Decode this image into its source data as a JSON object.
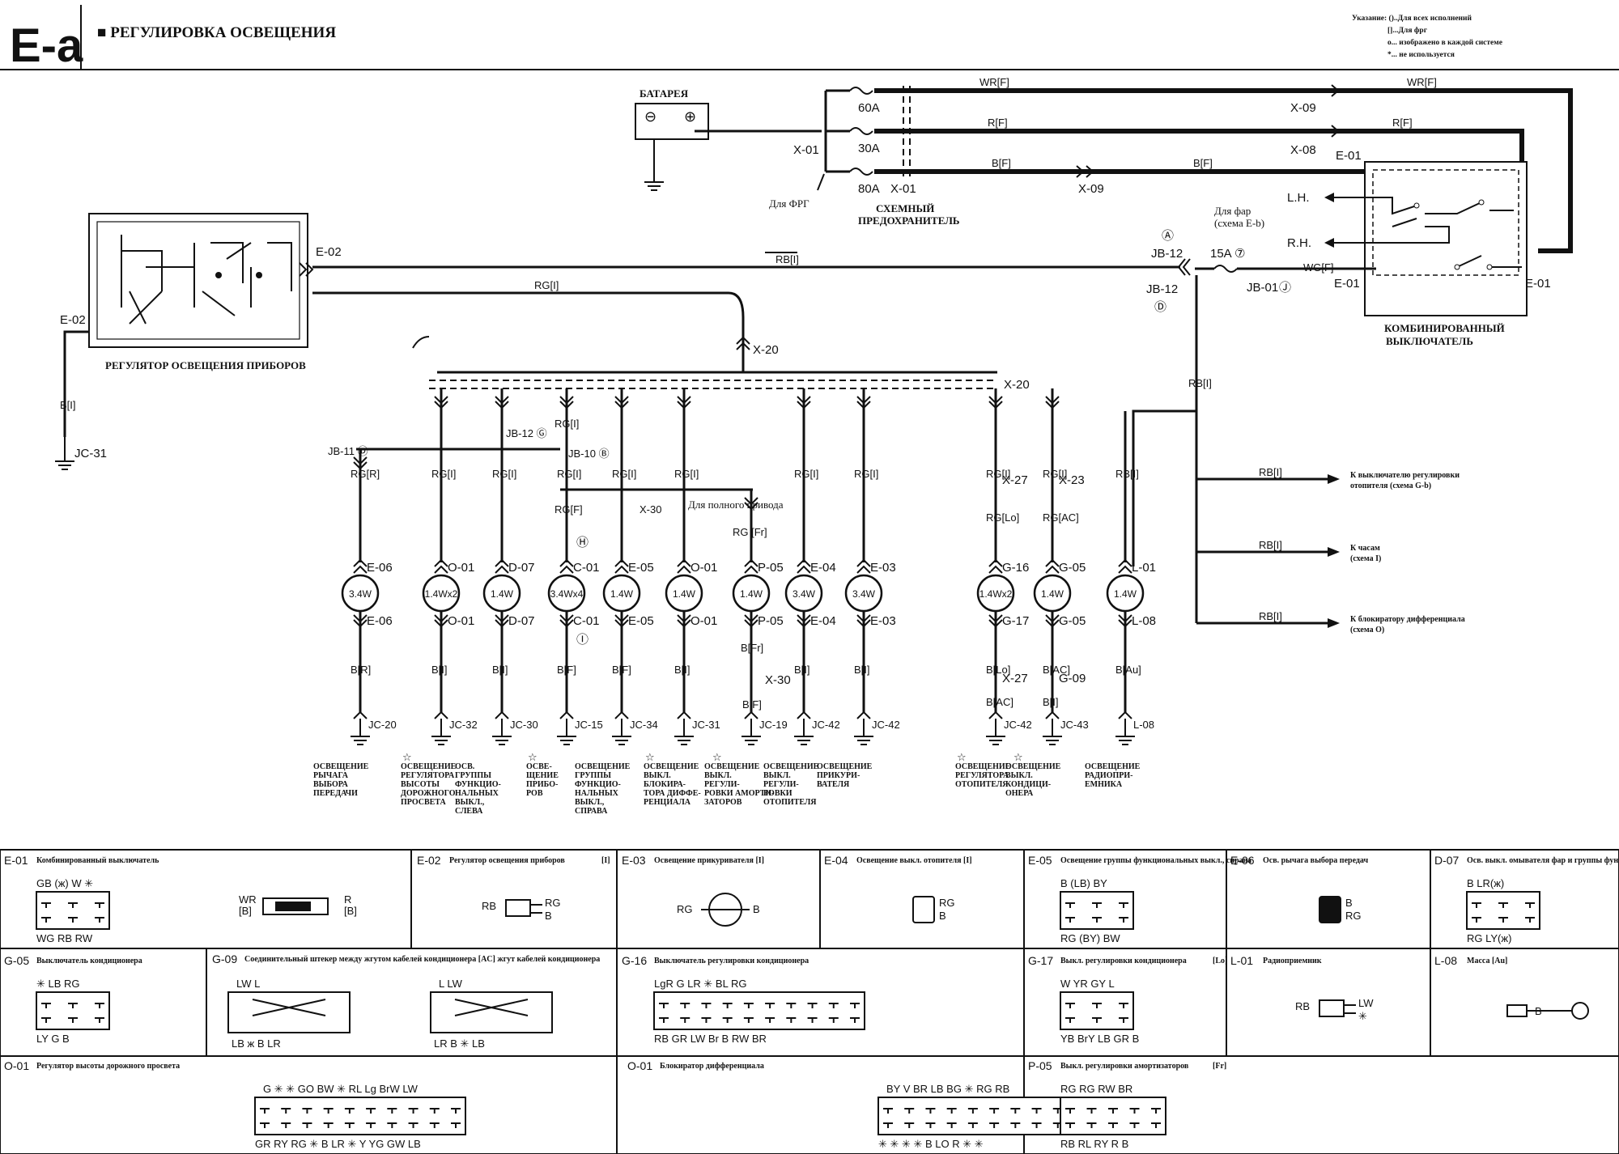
{
  "header": {
    "code": "E-a",
    "title": "■ РЕГУЛИРОВКА ОСВЕЩЕНИЯ",
    "notes": [
      "Указание: ()..Для всех исполнений",
      "[]...Для фрг",
      "o... изображено в каждой системе",
      "*... не используется"
    ]
  },
  "power": {
    "battery": "БАТАРЕЯ",
    "fuse_60": "60A",
    "fuse_30": "30A",
    "fuse_80": "80A",
    "wire_wr": "WR[F]",
    "wire_r": "R[F]",
    "wire_b": "B[F]",
    "wire_wr2": "WR[F]",
    "wire_r2": "R[F]",
    "wire_b2": "B[F]",
    "x01a": "X-01",
    "x01b": "X-01",
    "x09a": "X-09",
    "x09b": "X-09",
    "x08": "X-08",
    "e01a": "E-01",
    "for_frg": "Для ФРГ",
    "fuse_block_1": "СХЕМНЫЙ",
    "fuse_block_2": "ПРЕДОХРАНИТЕЛЬ",
    "headlight_1": "Для фар",
    "headlight_2": "(схема E-b)",
    "lh": "L.H.",
    "rh": "R.H."
  },
  "switch": {
    "name_1": "КОМБИНИРОВАННЫЙ",
    "name_2": "ВЫКЛЮЧАТЕЛЬ",
    "e01b": "E-01",
    "e01c": "E-01",
    "wire_wg": "WG[F]"
  },
  "fusebox": {
    "a": "Ⓐ",
    "d": "Ⓓ",
    "j": "Ⓙ",
    "jb12a": "JB-12",
    "jb12b": "JB-12",
    "jb01": "JB-01",
    "fuse15": "15A ⑦"
  },
  "regulator": {
    "name": "РЕГУЛЯТОР ОСВЕЩЕНИЯ ПРИБОРОВ",
    "e02a": "E-02",
    "e02b": "E-02",
    "wire_rb": "RB[I]",
    "wire_rg": "RG[I]",
    "wire_b": "B[I]",
    "jc31": "JC-31"
  },
  "bus": {
    "x20a": "X-20",
    "x20b": "X-20",
    "rg_left": "RG[I]",
    "rb_right": "RB[I]",
    "jb12g": "JB-12 Ⓖ",
    "jb10b": "JB-10 Ⓑ",
    "jb11d": "JB-11 Ⓓ",
    "rg_f": "RG[F]",
    "x30": "X-30",
    "awd": "Для полного привода",
    "rg_fr": "RG [Fr]",
    "h": "Ⓗ",
    "i": "Ⓘ",
    "b_fr": "B[Fr]",
    "x30b": "X-30",
    "b_f2": "B[F]"
  },
  "branches": [
    {
      "top_wire": "RG[R]",
      "conn": "E-06",
      "lamp": "3.4W",
      "conn2": "E-06",
      "bot_wire": "B[R]",
      "ground": "JC-20",
      "star": false,
      "desc": [
        "ОСВЕЩЕНИЕ",
        "РЫЧАГА",
        "ВЫБОРА",
        "ПЕРЕДАЧИ"
      ]
    },
    {
      "top_wire": "RG[I]",
      "conn": "O-01",
      "lamp": "1.4Wx2",
      "conn2": "O-01",
      "bot_wire": "B[I]",
      "ground": "JC-32",
      "star": true,
      "desc": [
        "ОСВЕЩЕНИЕ",
        "РЕГУЛЯТОРА",
        "ВЫСОТЫ",
        "ДОРОЖНОГО",
        "ПРОСВЕТА"
      ]
    },
    {
      "top_wire": "RG[I]",
      "conn": "D-07",
      "lamp": "1.4W",
      "conn2": "D-07",
      "bot_wire": "B[I]",
      "ground": "JC-30",
      "star": false,
      "desc": [
        "ОСВ.",
        "ГРУППЫ",
        "ФУНКЦИО-",
        "НАЛЬНЫХ",
        "ВЫКЛ.,",
        "СЛЕВА"
      ]
    },
    {
      "top_wire": "RG[I]",
      "conn": "C-01",
      "lamp": "3.4Wx4",
      "conn2": "C-01",
      "bot_wire": "B[F]",
      "ground": "JC-15",
      "star": true,
      "desc": [
        "ОСВЕ-",
        "ЩЕНИЕ",
        "ПРИБО-",
        "РОВ"
      ]
    },
    {
      "top_wire": "RG[I]",
      "conn": "E-05",
      "lamp": "1.4W",
      "conn2": "E-05",
      "bot_wire": "B[F]",
      "ground": "JC-34",
      "star": false,
      "desc": [
        "ОСВЕЩЕНИЕ",
        "ГРУППЫ",
        "ФУНКЦИО-",
        "НАЛЬНЫХ",
        "ВЫКЛ.,",
        "СПРАВА"
      ]
    },
    {
      "top_wire": "RG[I]",
      "conn": "O-01",
      "lamp": "1.4W",
      "conn2": "O-01",
      "bot_wire": "B[I]",
      "ground": "JC-31",
      "star": true,
      "desc": [
        "ОСВЕЩЕНИЕ",
        "ВЫКЛ.",
        "БЛОКИРА-",
        "ТОРА ДИФФЕ-",
        "РЕНЦИАЛА"
      ]
    },
    {
      "top_wire": "",
      "conn": "P-05",
      "lamp": "1.4W",
      "conn2": "P-05",
      "bot_wire": "",
      "ground": "JC-19",
      "star": true,
      "desc": [
        "ОСВЕЩЕНИЕ",
        "ВЫКЛ.",
        "РЕГУЛИ-",
        "РОВКИ АМОРТИ-",
        "ЗАТОРОВ"
      ]
    },
    {
      "top_wire": "RG[I]",
      "conn": "E-04",
      "lamp": "3.4W",
      "conn2": "E-04",
      "bot_wire": "B[I]",
      "ground": "JC-42",
      "star": false,
      "desc": [
        "ОСВЕЩЕНИЕ",
        "ВЫКЛ.",
        "РЕГУЛИ-",
        "РОВКИ",
        "ОТОПИТЕЛЯ"
      ]
    },
    {
      "top_wire": "RG[I]",
      "conn": "E-03",
      "lamp": "3.4W",
      "conn2": "E-03",
      "bot_wire": "B[I]",
      "ground": "JC-42",
      "star": false,
      "desc": [
        "ОСВЕЩЕНИЕ",
        "ПРИКУРИ-",
        "ВАТЕЛЯ"
      ]
    },
    {
      "top_wire": "RG[I]",
      "conn": "G-16",
      "lamp": "1.4Wx2",
      "conn2": "G-17",
      "bot_wire": "B[Lo]",
      "ground": "JC-42",
      "star": true,
      "wire2": "RG[Lo]",
      "x_top": "X-27",
      "x_bot": "X-27",
      "bot_wire2": "B[AC]",
      "desc": [
        "ОСВЕЩЕНИЕ",
        "РЕГУЛЯТОРА",
        "ОТОПИТЕЛЯ"
      ]
    },
    {
      "top_wire": "RG[I]",
      "conn": "G-05",
      "lamp": "1.4W",
      "conn2": "G-05",
      "bot_wire": "B[AC]",
      "ground": "JC-43",
      "star": true,
      "wire2": "RG[AC]",
      "x_top": "X-23",
      "x_bot": "G-09",
      "bot_wire2": "B[I]",
      "desc": [
        "ОСВЕЩЕНИЕ",
        "ВЫКЛ.",
        "КОНДИЦИ-",
        "ОНЕРА"
      ]
    },
    {
      "top_wire": "RB[I]",
      "conn": "L-01",
      "lamp": "1.4W",
      "conn2": "L-08",
      "bot_wire": "B[Au]",
      "ground": "L-08",
      "star": false,
      "desc": [
        "ОСВЕЩЕНИЕ",
        "РАДИОПРИ-",
        "ЕМНИКА"
      ]
    }
  ],
  "outputs": [
    {
      "wire": "RB[I]",
      "text": [
        "К выключателю регулировки",
        "отопителя (схема G-b)"
      ]
    },
    {
      "wire": "RB[I]",
      "text": [
        "К часам",
        "(схема I)"
      ]
    },
    {
      "wire": "RB[I]",
      "text": [
        "К блокиратору дифференциала",
        "(схема O)"
      ]
    }
  ],
  "connectors": {
    "e01": {
      "id": "E-01",
      "title": "Комбинированный выключатель",
      "top": "GB (ж) W ✳",
      "bottom": "WG RB RW",
      "l1": "WR",
      "l2": "[B]",
      "r1": "R",
      "r2": "[B]"
    },
    "e02": {
      "id": "E-02",
      "title": "Регулятор освещения приборов",
      "tag": "[I]",
      "l": "RB",
      "r1": "RG",
      "r2": "B"
    },
    "e03": {
      "id": "E-03",
      "title": "Освещение прикуривателя [I]",
      "l": "RG",
      "r": "B"
    },
    "e04": {
      "id": "E-04",
      "title": "Освещение выкл. отопителя [I]",
      "r1": "RG",
      "r2": "B"
    },
    "e05": {
      "id": "E-05",
      "title": "Освещение группы функциональных выкл., справа",
      "top": "B (LB) BY",
      "bottom": "RG (BY) BW"
    },
    "e06": {
      "id": "E-06",
      "title": "Осв. рычага выбора передач",
      "r1": "B",
      "r2": "RG"
    },
    "d07": {
      "id": "D-07",
      "title": "Осв. выкл. омывателя фар и группы функцион. выкл., слева",
      "top": "B LR(ж)",
      "bottom": "RG LY(ж)"
    },
    "g05": {
      "id": "G-05",
      "title": "Выключатель кондиционера",
      "top": "✳ LB RG",
      "bottom": "LY G B"
    },
    "g09": {
      "id": "G-09",
      "title": "Соединительный штекер между жгутом кабелей кондиционера [AC] жгут кабелей кондиционера",
      "l_top": "LW L",
      "l_bot": "LB ж B LR",
      "r_top": "L LW",
      "r_bot": "LR B ✳ LB"
    },
    "g16": {
      "id": "G-16",
      "title": "Выключатель регулировки кондиционера",
      "top": "LgR G LR ✳ BL RG",
      "bottom": "RB GR LW Br B RW BR"
    },
    "g17": {
      "id": "G-17",
      "title": "Выкл. регулировки кондиционера",
      "tag": "[Lo]",
      "top": "W YR GY L",
      "bottom": "YB BrY LB GR B"
    },
    "l01": {
      "id": "L-01",
      "title": "Радиоприемник",
      "l": "RB",
      "r1": "LW",
      "r2": "✳"
    },
    "l08": {
      "id": "L-08",
      "title": "Масса [Au]",
      "mid": "B"
    },
    "o01a": {
      "id": "O-01",
      "title": "Регулятор высоты дорожного просвета",
      "top": "G ✳ ✳ GO BW ✳ RL Lg BrW LW",
      "bottom": "GR RY RG ✳ B LR ✳ Y YG GW LB"
    },
    "o01b": {
      "id": "O-01",
      "title": "Блокиратор дифференциала",
      "top": "BY V BR LB BG ✳ RG RB",
      "bottom": "✳ ✳ ✳ ✳ B LO R ✳ ✳"
    },
    "p05": {
      "id": "P-05",
      "title": "Выкл. регулировки амортизаторов",
      "tag": "[Fr]",
      "top": "RG RG RW BR",
      "bottom": "RB RL RY R B"
    }
  }
}
